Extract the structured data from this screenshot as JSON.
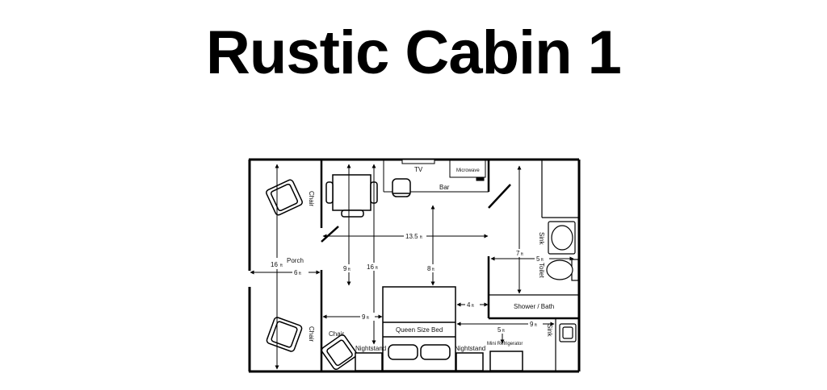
{
  "title": "Rustic Cabin 1",
  "labels": {
    "tv": "TV",
    "microwave": "Microwave",
    "bar": "Bar",
    "chair_porch_top": "Chair",
    "chair_porch_bottom": "Chair",
    "chair_room": "Chair",
    "porch": "Porch",
    "queen_bed": "Queen Size Bed",
    "nightstand_left": "Nightstand",
    "nightstand_right": "Nightstand",
    "mini_fridge": "Mini Refrigerator",
    "shower_bath": "Shower / Bath",
    "sink_bath": "Sink",
    "toilet": "Toilet",
    "sink_kitchen": "Sink"
  },
  "dimensions": {
    "room_width": "13.5",
    "porch_length": "16",
    "porch_width": "6",
    "room_length": "16",
    "table_clearance": "9",
    "room_center": "8",
    "bed_side_left": "9",
    "bed_side_right": "4",
    "bath_length": "7",
    "bath_width": "5",
    "hall_width": "9",
    "fridge_clearance": "5",
    "unit": "ft"
  }
}
